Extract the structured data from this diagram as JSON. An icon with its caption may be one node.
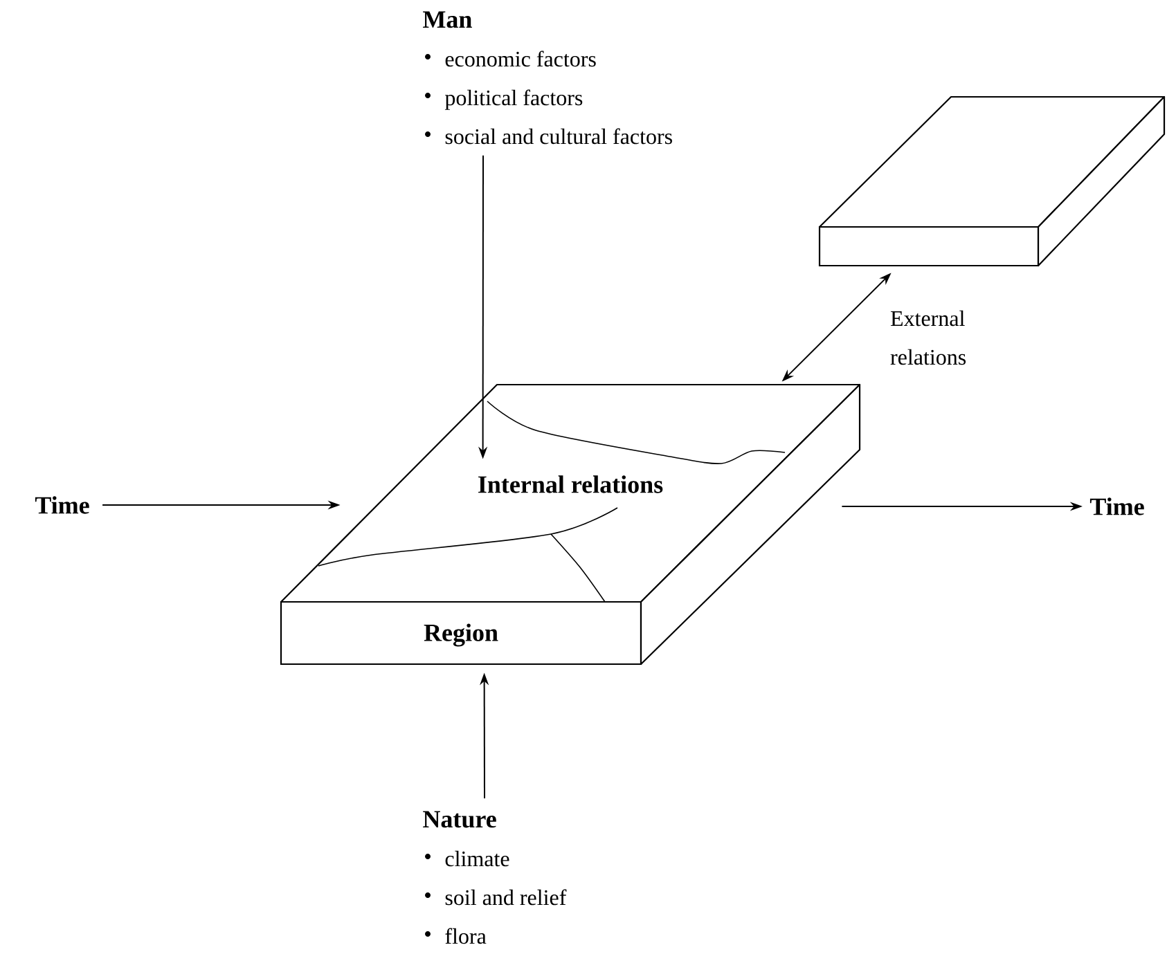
{
  "diagram": {
    "nodes": [
      {
        "text": [
          "Man",
          "economic factors",
          "political factors",
          "social and cultural factors"
        ]
      },
      {
        "text": [
          "Internal relations",
          "Region"
        ]
      },
      {
        "text": [],
        "shape": "box"
      },
      {
        "text": [
          "Time"
        ]
      },
      {
        "text": [
          "Time"
        ]
      },
      {
        "text": [
          "Nature",
          "climate",
          "soil and relief",
          "flora"
        ]
      }
    ],
    "edges": [
      {
        "from": 0,
        "to": 1,
        "arrow": "to"
      },
      {
        "from": 3,
        "to": 1,
        "arrow": "to"
      },
      {
        "from": 1,
        "to": 4,
        "arrow": "to"
      },
      {
        "from": 5,
        "to": 1,
        "arrow": "to"
      },
      {
        "from": 1,
        "to": 2,
        "arrow": "both",
        "label": "External relations"
      }
    ]
  }
}
